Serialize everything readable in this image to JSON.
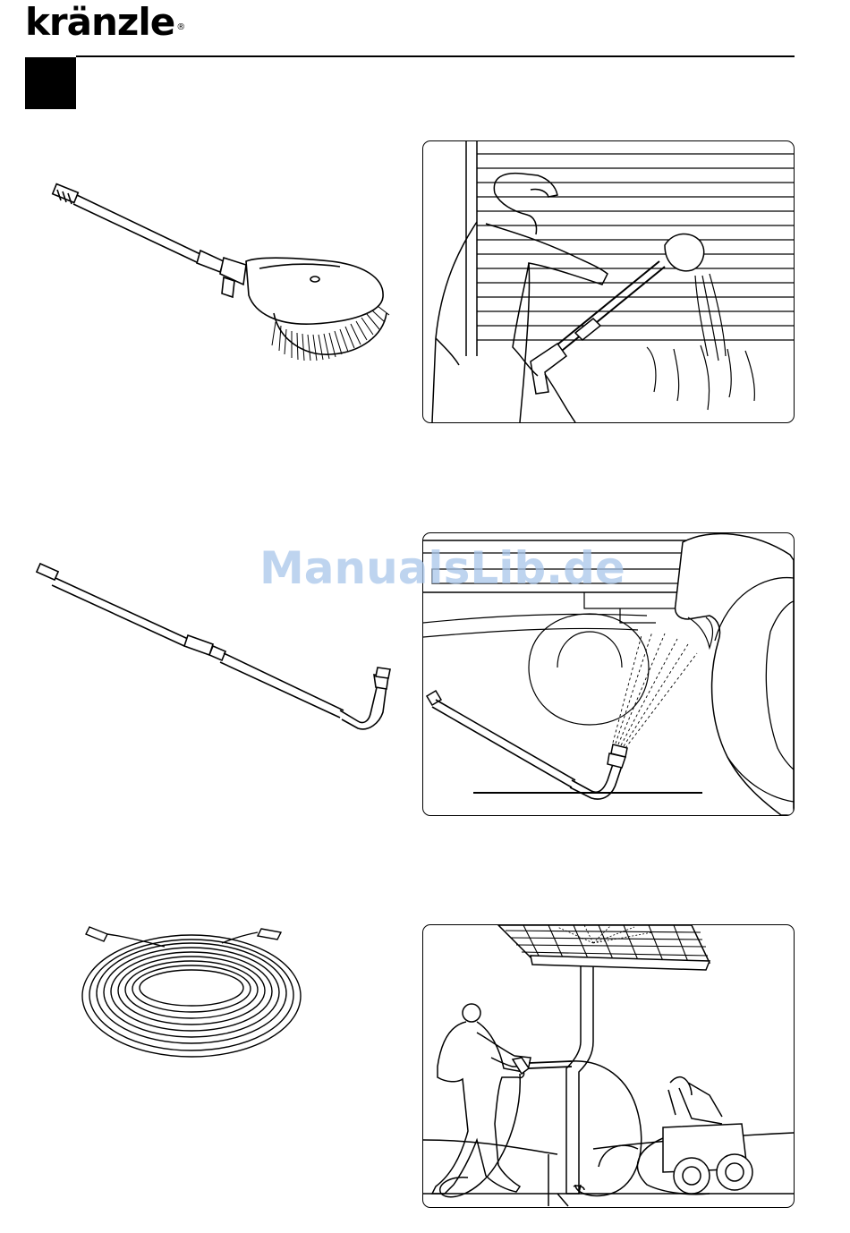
{
  "header": {
    "brand": "kränzle",
    "registered_mark": "®"
  },
  "watermark": {
    "text": "ManualsLib.de"
  },
  "colors": {
    "ink": "#000000",
    "paper": "#ffffff",
    "watermark": "#a9c6ea"
  },
  "figures": [
    {
      "name": "rotating-wash-brush",
      "scene": "brush-cleaning-shutter"
    },
    {
      "name": "angled-underbody-lance",
      "scene": "underbody-vehicle-spray"
    },
    {
      "name": "coiled-extension-hose",
      "scene": "gutter-cleaning-with-machine"
    }
  ]
}
